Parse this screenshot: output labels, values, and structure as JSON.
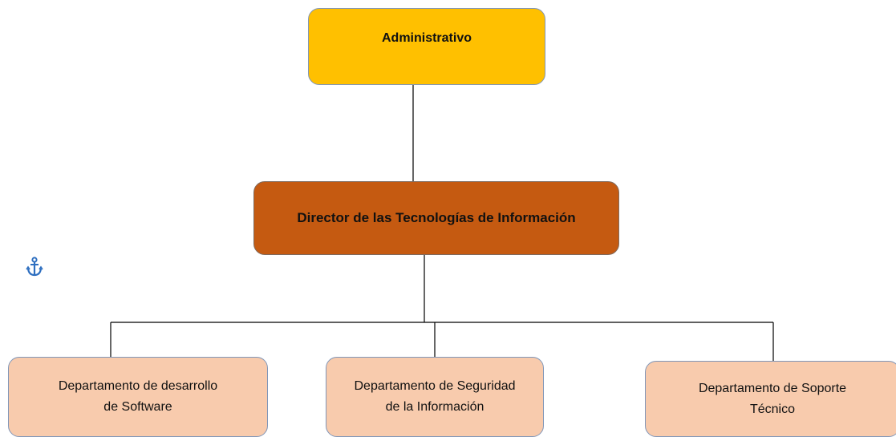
{
  "chart": {
    "root": {
      "label": "Administrativo",
      "color": "#ffc000"
    },
    "director": {
      "label": "Director de las Tecnologías de Información",
      "color": "#c55a11"
    },
    "departments": [
      {
        "line1": "Departamento de desarrollo",
        "line2": "de Software"
      },
      {
        "line1": "Departamento de Seguridad",
        "line2": "de la Información"
      },
      {
        "line1": "Departamento de Soporte",
        "line2": "Técnico"
      }
    ],
    "department_color": "#f8cbad",
    "connector_color": "#000000",
    "border_color": "#8096b8"
  },
  "icons": {
    "anchor": "anchor-icon"
  }
}
